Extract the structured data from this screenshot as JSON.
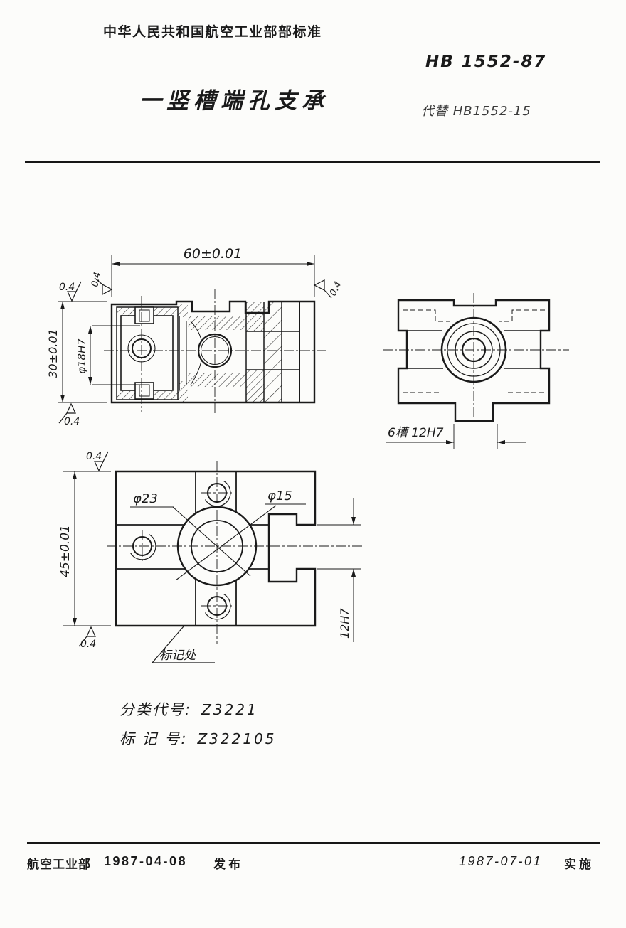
{
  "header": {
    "standard_org": "中华人民共和国航空工业部部标准",
    "standard_no": "HB 1552-87",
    "title": "一竖槽端孔支承",
    "replaces": "代替 HB1552-15"
  },
  "views": {
    "roughness": "0.4",
    "front": {
      "dim_width": "60±0.01",
      "dim_height": "30±0.01",
      "dim_bore": "φ18H7"
    },
    "side": {
      "dim_slot": "6槽 12H7"
    },
    "plan": {
      "dim_height": "45±0.01",
      "dim_counterbore": "φ23",
      "dim_hole": "φ15",
      "dim_slot_width": "12H7",
      "marking_label": "标记处"
    }
  },
  "classification": {
    "class_code_label": "分类代号:",
    "class_code": "Z3221",
    "mark_no_label": "标 记 号:",
    "mark_no": "Z322105"
  },
  "footer": {
    "issuer": "航空工业部",
    "issue_date": "1987-04-08",
    "issue_label": "发布",
    "impl_date": "1987-07-01",
    "impl_label": "实施"
  }
}
